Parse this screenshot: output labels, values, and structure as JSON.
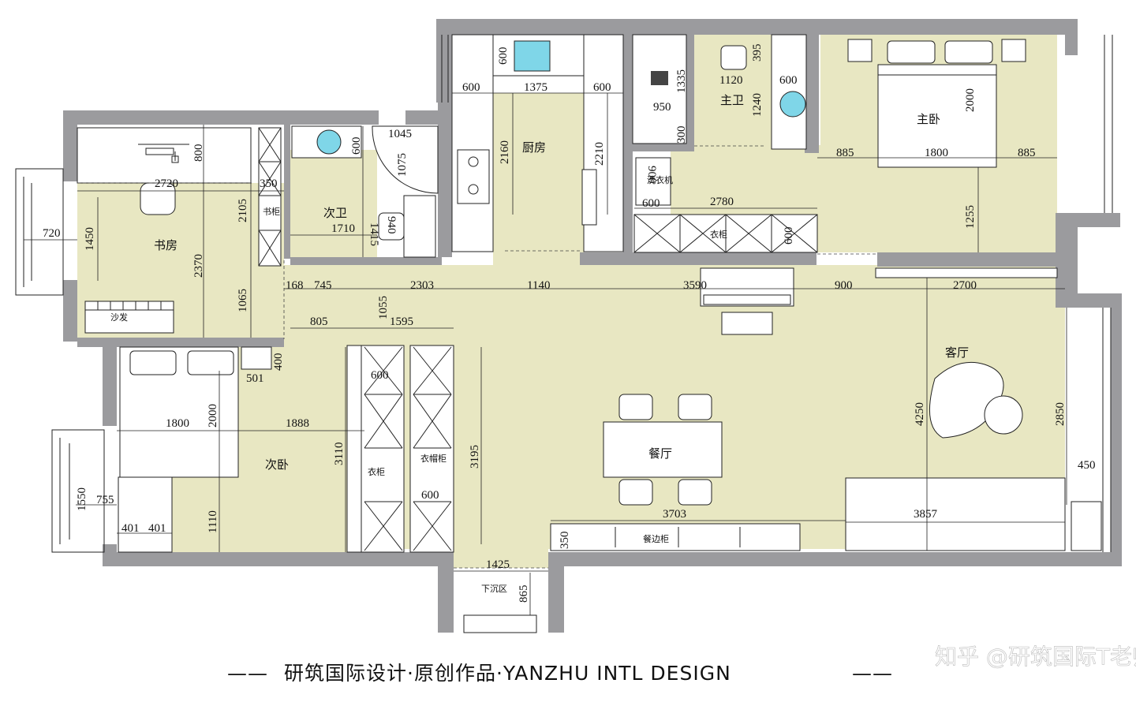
{
  "rooms": {
    "study": "书房",
    "sofa": "沙发",
    "bookcase": "书柜",
    "second_bath": "次卫",
    "kitchen": "厨房",
    "master_bath": "主卫",
    "master_bed": "主卧",
    "washer": "洗衣机",
    "wardrobe_master": "衣柜",
    "second_bed": "次卧",
    "wardrobe_second": "衣柜",
    "coat_cabinet": "衣帽柜",
    "dining": "餐厅",
    "living": "客厅",
    "sideboard": "餐边柜",
    "sunken": "下沉区"
  },
  "dimensions": {
    "d2720": "2720",
    "d800": "800",
    "d350": "350",
    "d2105": "2105",
    "d2370": "2370",
    "d1065": "1065",
    "d720": "720",
    "d1450": "1450",
    "d600_bath": "600",
    "d1045": "1045",
    "d1075": "1075",
    "d1415": "1415",
    "d1710": "1710",
    "d940": "940",
    "d600_kt": "600",
    "d600_kl": "600",
    "d1375": "1375",
    "d600_kr": "600",
    "d2160": "2160",
    "d2210": "2210",
    "d1335": "1335",
    "d950": "950",
    "d300": "300",
    "d1120": "1120",
    "d395": "395",
    "d1240": "1240",
    "d600_mb": "600",
    "d2000_mb": "2000",
    "d885_l": "885",
    "d1800_mb": "1800",
    "d885_r": "885",
    "d1255": "1255",
    "d900_w": "900",
    "d600_w": "600",
    "d2780": "2780",
    "d600_wd": "600",
    "d168": "168",
    "d745": "745",
    "d2303": "2303",
    "d1140": "1140",
    "d3590": "3590",
    "d900_c": "900",
    "d2700": "2700",
    "d1055": "1055",
    "d805": "805",
    "d1595": "1595",
    "d400": "400",
    "d501": "501",
    "d1800_sb": "1800",
    "d2000_sb": "2000",
    "d1888": "1888",
    "d3110": "3110",
    "d1110": "1110",
    "d600_wa": "600",
    "d600_wb": "600",
    "d3195": "3195",
    "d1550": "1550",
    "d755": "755",
    "d401_a": "401",
    "d401_b": "401",
    "d4250": "4250",
    "d2850": "2850",
    "d450": "450",
    "d3703": "3703",
    "d3857": "3857",
    "d350_sb": "350",
    "d1425": "1425",
    "d865": "865"
  },
  "footer": {
    "left_rule": "——",
    "text": "研筑国际设计·原创作品·YANZHU INTL DESIGN",
    "right_rule": "——"
  },
  "watermark": "知乎 @研筑国际T老师",
  "colors": {
    "wall": "#9b9b9e",
    "floor": "#e8e7c2",
    "water": "#7fd6e8",
    "line": "#222222"
  }
}
